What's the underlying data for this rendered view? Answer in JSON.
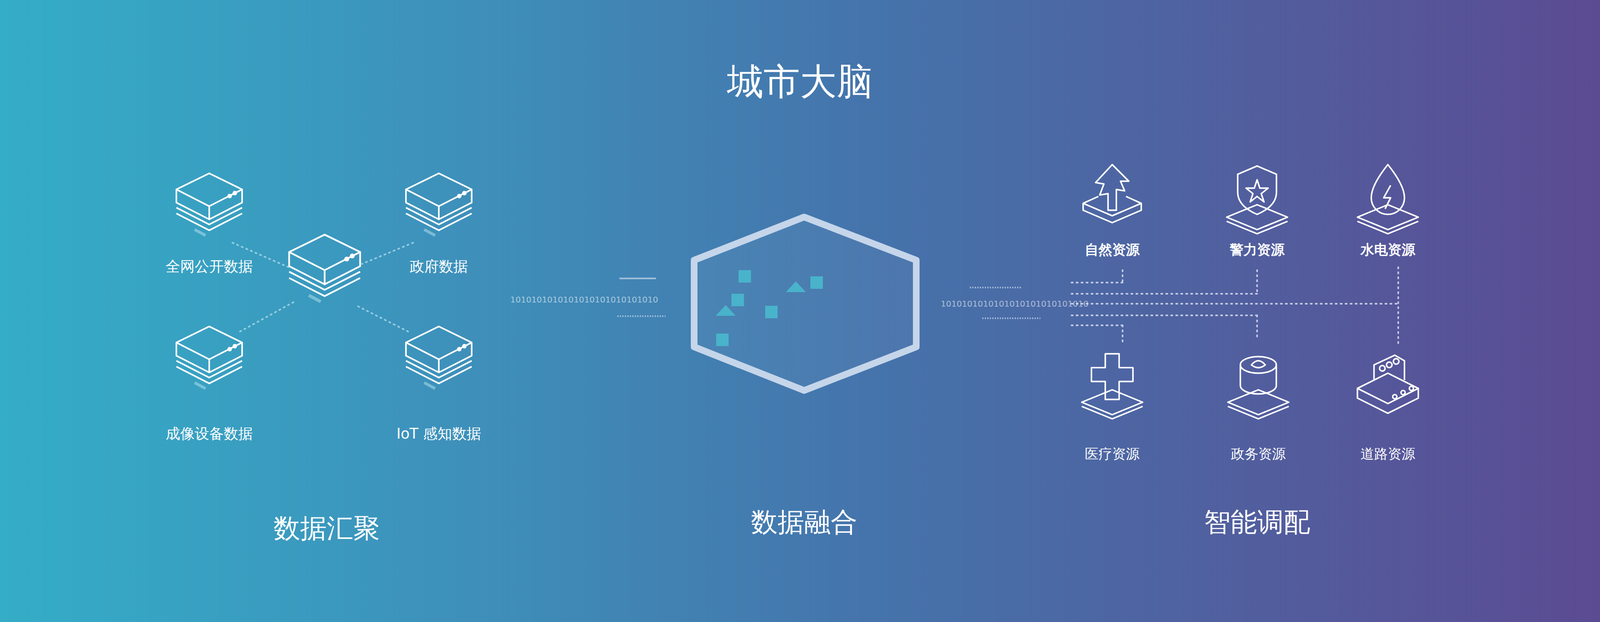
{
  "diagram": {
    "title": "城市大脑",
    "nodes": [
      {
        "text": [
          "全网公开数据"
        ]
      },
      {
        "text": [
          "政府数据"
        ]
      },
      {
        "text": [
          "成像设备数据"
        ]
      },
      {
        "text": [
          "IoT 感知数据"
        ]
      },
      {
        "text": [
          "自然资源"
        ]
      },
      {
        "text": [
          "警力资源"
        ]
      },
      {
        "text": [
          "水电资源"
        ]
      },
      {
        "text": [
          "医疗资源"
        ]
      },
      {
        "text": [
          "政务资源"
        ]
      },
      {
        "text": [
          "道路资源"
        ]
      }
    ],
    "labels": [
      "1010101010101010101010101010",
      "1010101010101010101010101010",
      "数据汇聚",
      "数据融合",
      "智能调配"
    ]
  }
}
